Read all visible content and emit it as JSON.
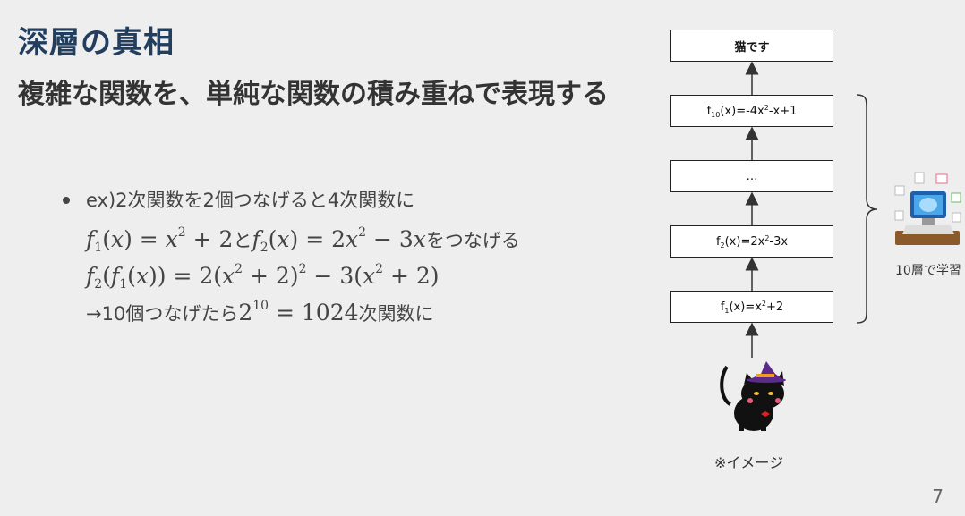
{
  "slide": {
    "title": "深層の真相",
    "subtitle": "複雑な関数を、単純な関数の積み重ねで表現する",
    "page_number": "7"
  },
  "bullet": {
    "intro": "ex)2次関数を2個つなげると4次関数に",
    "line1_mid": "と",
    "line1_tail": "をつなげる",
    "line3_prefix": "→10個つなげたら",
    "line3_suffix": "次関数に",
    "exp_10": "10",
    "result_1024": "1024"
  },
  "diagram": {
    "output_box": "猫です",
    "f10_label": "f10(x)=-4x2-x+1",
    "ellipsis_box": "…",
    "f2_label": "f2(x)=2x2-3x",
    "f1_label": "f1(x)=x2+2",
    "brace_caption": "10層で学習",
    "input_caption": "※イメージ"
  },
  "icons": {
    "cat": "witch-cat-illustration",
    "ai": "ai-brain-computer-illustration"
  }
}
